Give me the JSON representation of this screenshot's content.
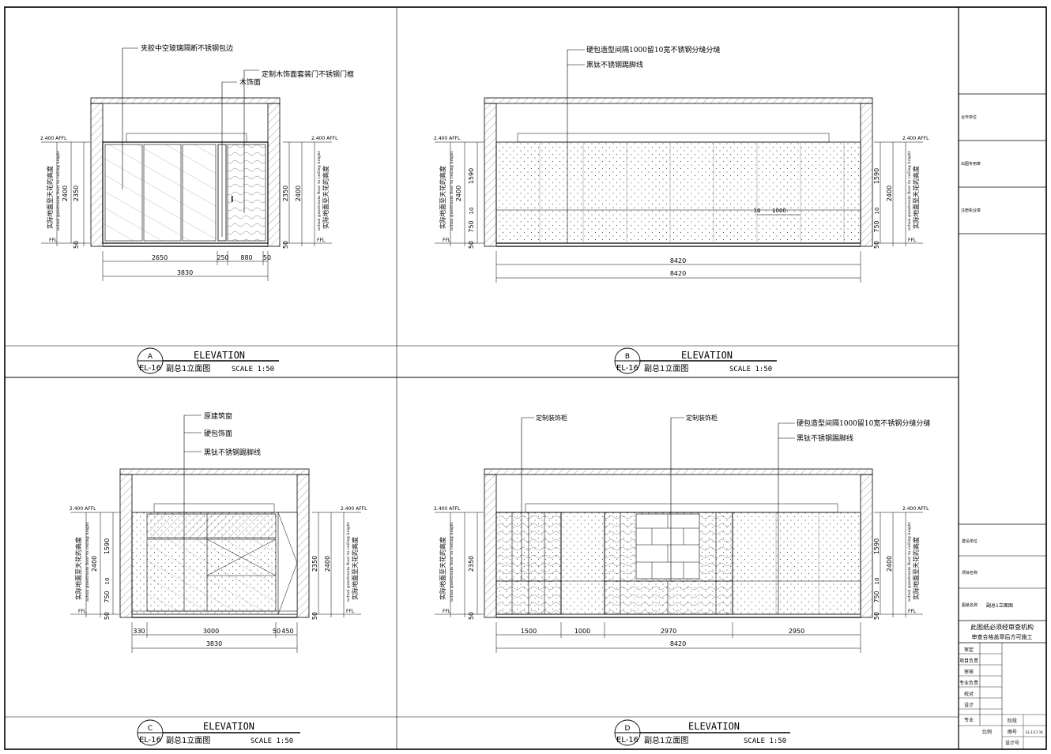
{
  "sheet": {
    "elevation_word": "ELEVATION",
    "subtitle": "副总1立面图",
    "scale": "SCALE 1:50",
    "ref": "EL-16",
    "level_top": "2.400 AFFL",
    "level_ffl": "FFL",
    "height_cn": "实际地面至天花的高度",
    "height_en": "actual guestroom floor to ceiling height"
  },
  "views": {
    "a": {
      "letter": "A",
      "callouts": [
        "夹胶中空玻璃隔断不锈钢包边",
        "定制木饰面套装门不锈钢门框",
        "木饰面"
      ],
      "dims_bottom": [
        "2650",
        "250",
        "880",
        "50"
      ],
      "dim_total": "3830",
      "dims_left": [
        "2350",
        "2400",
        "50"
      ],
      "dims_right": [
        "2350",
        "2400",
        "50"
      ]
    },
    "b": {
      "letter": "B",
      "callouts": [
        "硬包造型间隔1000留10宽不锈钢分缝分缝",
        "黑钛不锈钢踢脚线"
      ],
      "dims_inner": [
        "10",
        "1000"
      ],
      "dims_bottom": [
        "8420"
      ],
      "dim_total": "8420",
      "dims_left": [
        "1590",
        "2400",
        "10",
        "750",
        "50"
      ],
      "dims_right": [
        "1590",
        "2400",
        "10",
        "750",
        "50"
      ]
    },
    "c": {
      "letter": "C",
      "callouts": [
        "原建筑窗",
        "硬包饰面",
        "黑钛不锈钢踢脚线"
      ],
      "dims_bottom": [
        "330",
        "3000",
        "50",
        "450"
      ],
      "dim_total": "3830",
      "dims_left": [
        "1590",
        "2400",
        "10",
        "750",
        "50"
      ],
      "dims_right": [
        "2350",
        "2400",
        "50"
      ]
    },
    "d": {
      "letter": "D",
      "callouts": [
        "定制装饰柜",
        "定制装饰柜",
        "硬包造型间隔1000留10宽不锈钢分缝分缝",
        "黑钛不锈钢踢脚线"
      ],
      "dims_bottom": [
        "1500",
        "1000",
        "2970",
        "2950"
      ],
      "dim_total": "8420",
      "dims_left": [
        "2350",
        "50"
      ],
      "dims_right": [
        "1590",
        "2400",
        "10",
        "750",
        "50"
      ]
    }
  },
  "titleblock": {
    "rows_top": [
      "合作单位",
      "出图专用章",
      "注册执业章"
    ],
    "rows_mid": [
      "建设单位",
      "项目名称",
      "图纸名称"
    ],
    "drawing_name": "副总1立面图",
    "notice": [
      "此图纸必须经审查机构",
      "审查合格盖章后方可施工"
    ],
    "sign_rows": [
      "审定",
      "项目负责",
      "审核",
      "专业负责",
      "校对",
      "设计",
      "专业"
    ],
    "bottom_labels": [
      "阶段",
      "比例",
      "图号",
      "设计号"
    ],
    "drawing_no": "EL-1/17-16"
  }
}
